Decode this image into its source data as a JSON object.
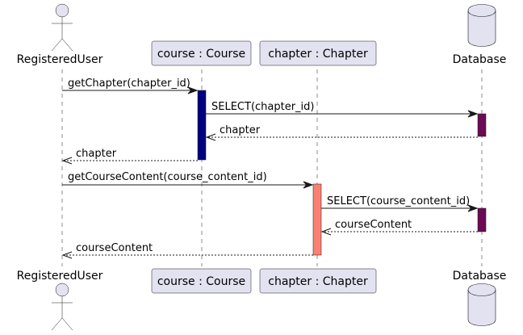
{
  "participants": {
    "user": {
      "label": "RegisteredUser",
      "type": "actor"
    },
    "course": {
      "label": "course : Course",
      "type": "participant"
    },
    "chapter": {
      "label": "chapter : Chapter",
      "type": "participant"
    },
    "database": {
      "label": "Database",
      "type": "database"
    }
  },
  "messages": [
    {
      "label": "getChapter(chapter_id)",
      "from": "user",
      "to": "course",
      "style": "solid"
    },
    {
      "label": "SELECT(chapter_id)",
      "from": "course",
      "to": "database",
      "style": "solid"
    },
    {
      "label": "chapter",
      "from": "database",
      "to": "course",
      "style": "dashed"
    },
    {
      "label": "chapter",
      "from": "course",
      "to": "user",
      "style": "dashed"
    },
    {
      "label": "getCourseContent(course_content_id)",
      "from": "user",
      "to": "chapter",
      "style": "solid"
    },
    {
      "label": "SELECT(course_content_id)",
      "from": "chapter",
      "to": "database",
      "style": "solid"
    },
    {
      "label": "courseContent",
      "from": "database",
      "to": "chapter",
      "style": "dashed"
    },
    {
      "label": "courseContent",
      "from": "chapter",
      "to": "user",
      "style": "dashed"
    }
  ],
  "activation_colors": {
    "course": "#000080",
    "chapter": "#FA8072",
    "database": "#6B0B54"
  },
  "colors": {
    "participant_fill": "#E2E2F0",
    "line": "#181818"
  }
}
